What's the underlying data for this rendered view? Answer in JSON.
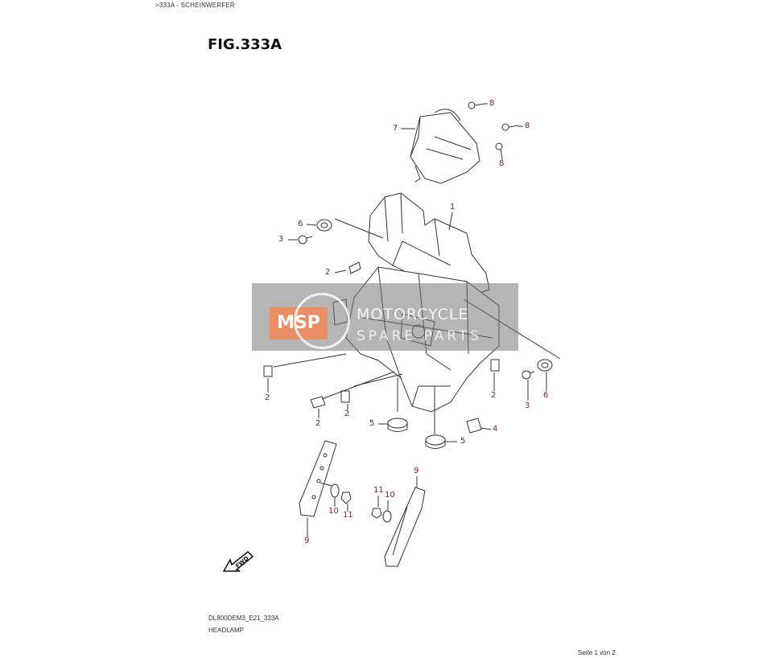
{
  "breadcrumb": ">333A - SCHEINWERFER",
  "figure_title": "FIG.333A",
  "diagram_code": "DL800DEM3_E21_333A",
  "caption": "HEADLAMP",
  "page_info": "Seite 1 von 2",
  "watermark": {
    "logo": "MSP",
    "line1": "MOTORCYCLE",
    "line2": "SPARE PARTS"
  },
  "fwd_label": "FWD",
  "callouts": {
    "c8a": "8",
    "c8b": "8",
    "c8c": "8",
    "c7": "7",
    "c1": "1",
    "c6a": "6",
    "c3a": "3",
    "c2a": "2",
    "c4a": "4",
    "c2b": "2",
    "c2c": "2",
    "c2d": "2",
    "c2e": "2",
    "c5a": "5",
    "c5b": "5",
    "c4b": "4",
    "c3b": "3",
    "c6b": "6",
    "c9a": "9",
    "c10a": "10",
    "c11a": "11",
    "c11b": "11",
    "c10b": "10",
    "c9b": "9"
  },
  "colors": {
    "callout": "#8b1a1a",
    "line": "#333333",
    "watermark_accent": "#f08a5d"
  }
}
